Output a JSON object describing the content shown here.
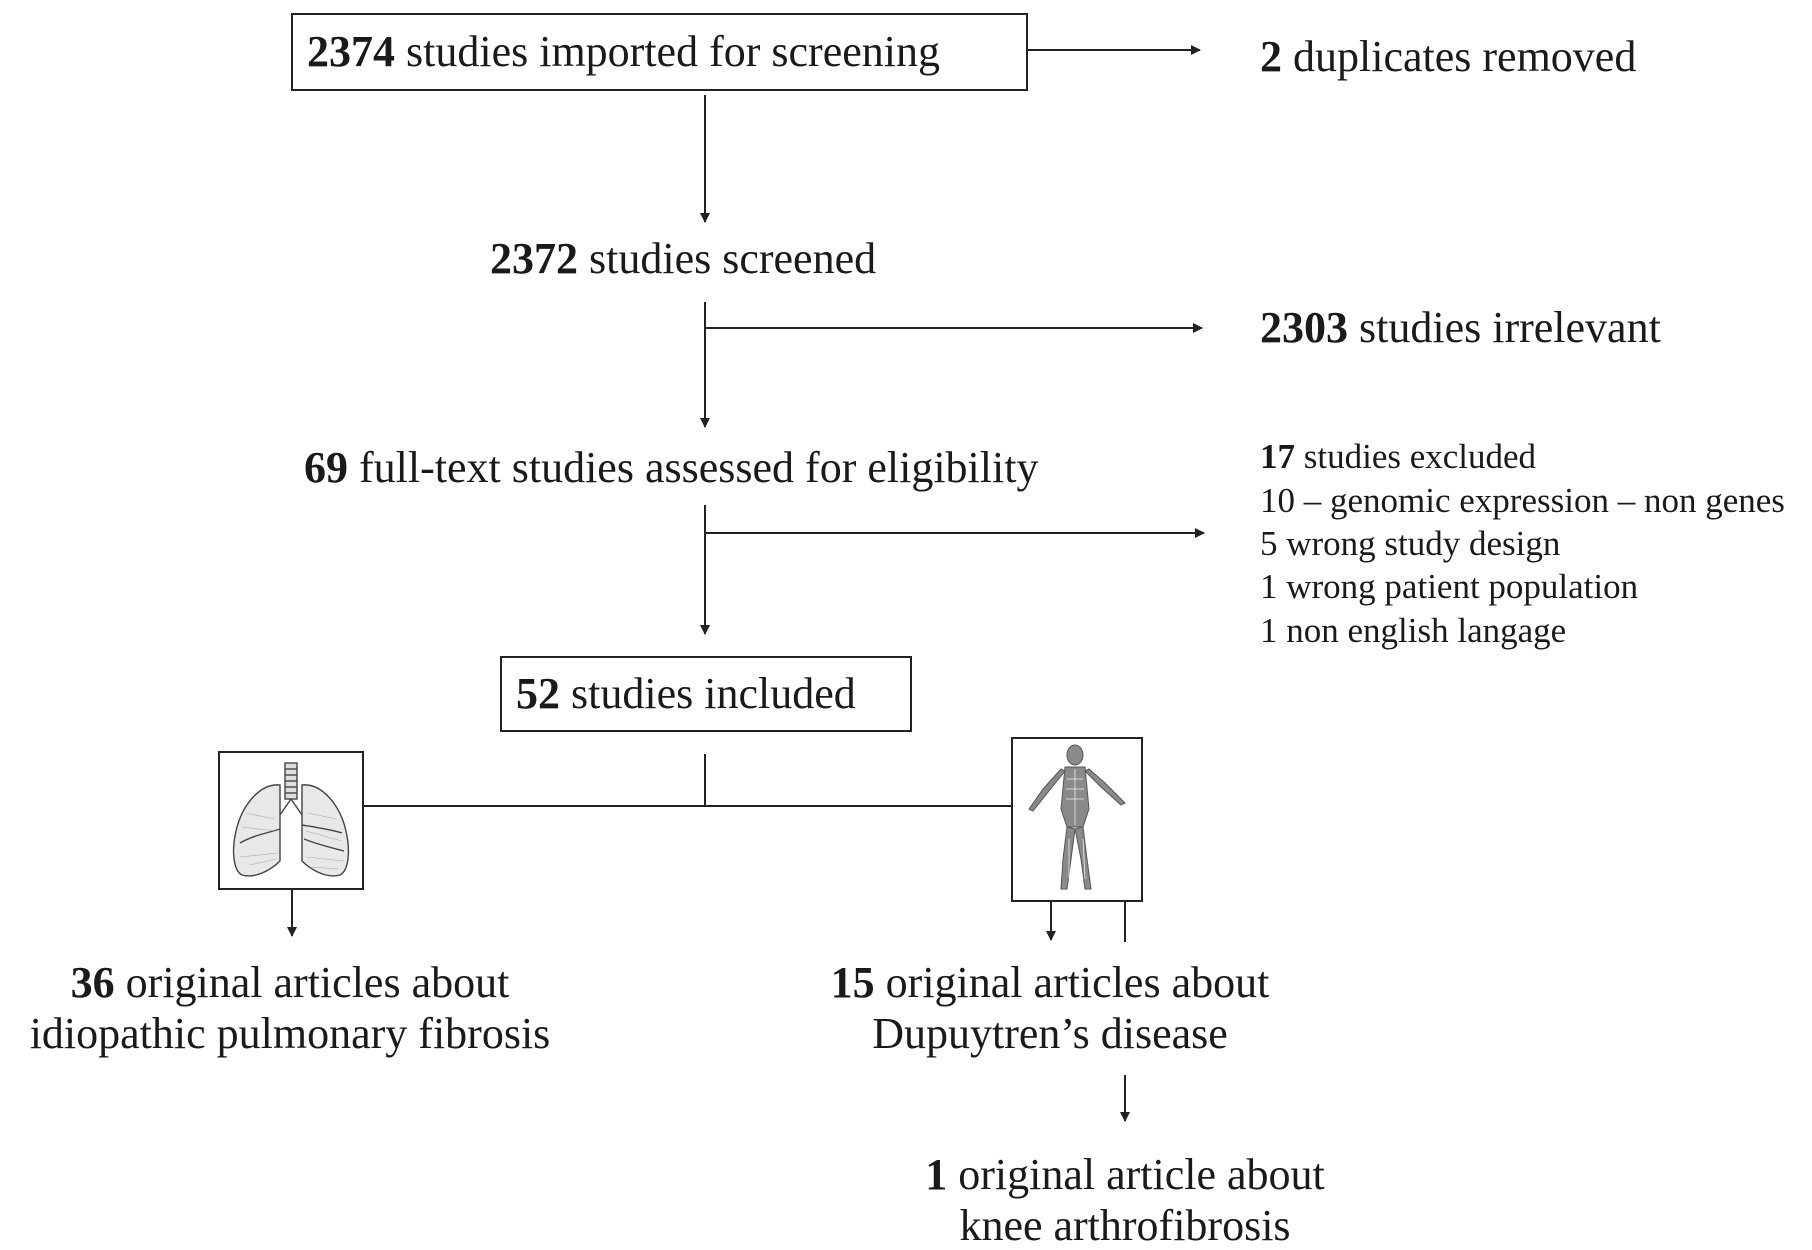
{
  "flow": {
    "imported": {
      "count": "2374",
      "text": " studies imported for screening"
    },
    "duplicates": {
      "count": "2",
      "text": " duplicates removed"
    },
    "screened": {
      "count": "2372",
      "text": " studies screened"
    },
    "irrelevant": {
      "count": "2303",
      "text": " studies irrelevant"
    },
    "fulltext": {
      "count": "69",
      "text": " full-text studies assessed for eligibility"
    },
    "excluded": {
      "count": "17",
      "text": " studies excluded",
      "reasons": [
        "10 – genomic expression – non genes",
        "5 wrong study design",
        "1 wrong patient population",
        "1 non english langage"
      ]
    },
    "included": {
      "count": "52",
      "text": " studies included"
    },
    "ipf": {
      "count": "36",
      "line1": " original articles about",
      "line2": "idiopathic pulmonary fibrosis"
    },
    "dupuytren": {
      "count": "15",
      "line1": " original articles about",
      "line2": "Dupuytren’s disease"
    },
    "knee": {
      "count": "1",
      "line1": " original article about",
      "line2": "knee arthrofibrosis"
    }
  },
  "icons": {
    "lungs": "lungs-icon",
    "body": "human-anatomy-icon"
  }
}
